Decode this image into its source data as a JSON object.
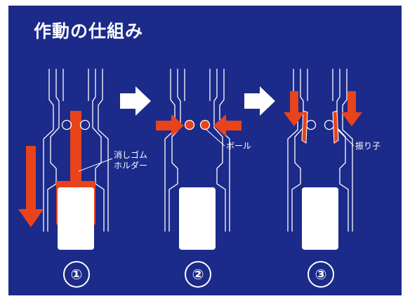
{
  "title": "作動の仕組み",
  "steps": [
    {
      "number": "①",
      "labels": [
        "消しゴム",
        "ホルダー"
      ]
    },
    {
      "number": "②",
      "labels": [
        "ボール"
      ]
    },
    {
      "number": "③",
      "labels": [
        "振り子"
      ]
    }
  ],
  "colors": {
    "background": "#1c2a8a",
    "accent": "#e8431a",
    "line": "#ffffff"
  },
  "icons": [
    "right-arrow-icon",
    "down-arrow-icon",
    "inward-arrow-icon"
  ]
}
